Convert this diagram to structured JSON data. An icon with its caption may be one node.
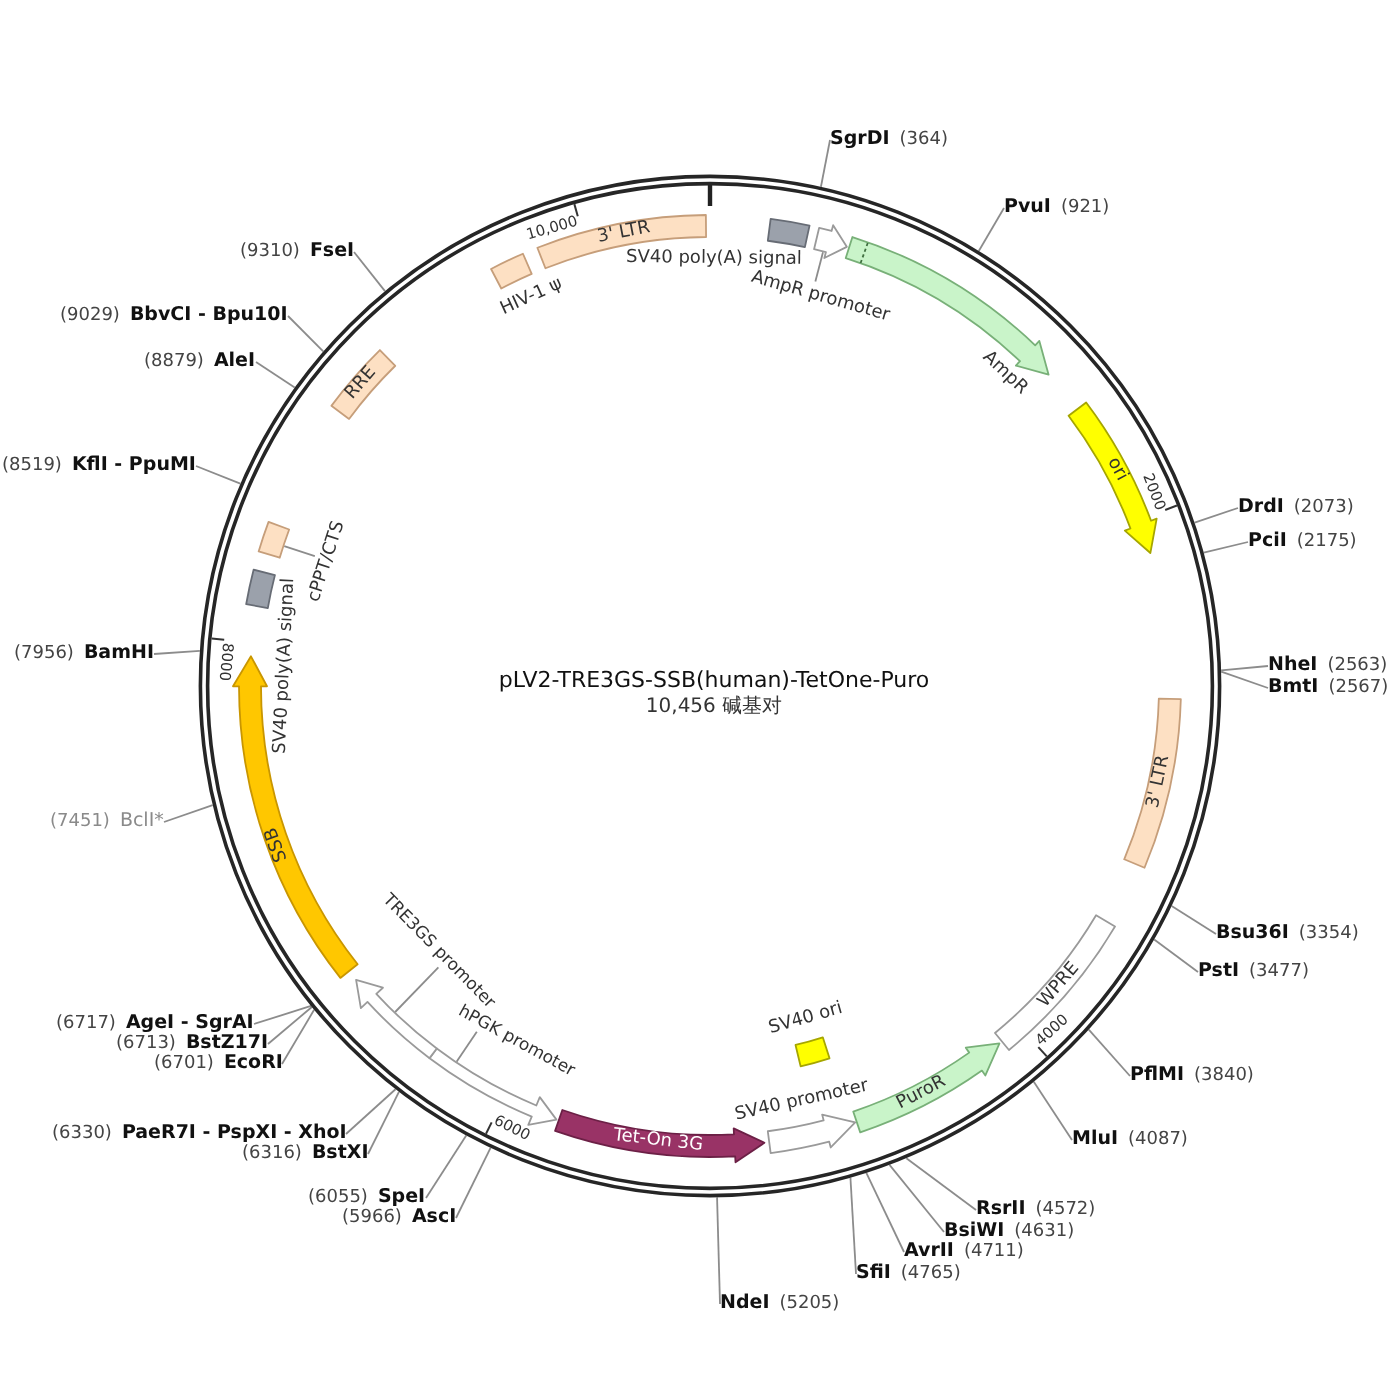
{
  "diagram": {
    "title": "pLV2-TRE3GS-SSB(human)-TetOne-Puro",
    "nodes": [
      {
        "text": [],
        "shape": "circle"
      },
      {
        "text": [
          "3' LTR"
        ],
        "in": 0
      },
      {
        "text": [
          "HIV-1 ψ"
        ],
        "in": 0
      },
      {
        "text": [
          "SV40 poly(A) signal"
        ],
        "in": 0
      },
      {
        "text": [
          "AmpR promoter"
        ],
        "in": 0
      },
      {
        "text": [],
        "shape": "arrow",
        "in": 0
      },
      {
        "text": [
          "AmpR"
        ],
        "in": 0
      },
      {
        "text": [
          "ori"
        ],
        "in": 0
      },
      {
        "text": [
          "3' LTR"
        ],
        "in": 0
      },
      {
        "text": [
          "WPRE"
        ],
        "in": 0
      },
      {
        "text": [
          "PuroR"
        ],
        "in": 0
      },
      {
        "text": [
          "SV40 ori"
        ],
        "in": 0
      },
      {
        "text": [
          "SV40 promoter"
        ],
        "in": 0
      },
      {
        "text": [
          "Tet-On 3G"
        ],
        "in": 0
      },
      {
        "text": [
          "hPGK promoter"
        ],
        "in": 0
      },
      {
        "text": [],
        "shape": "arrow",
        "in": 0
      },
      {
        "text": [
          "TRE3GS promoter"
        ],
        "in": 0
      },
      {
        "text": [],
        "shape": "arrow",
        "in": 0
      },
      {
        "text": [
          "SSB"
        ],
        "in": 0
      },
      {
        "text": [
          "SV40 poly(A) signal"
        ],
        "in": 0
      },
      {
        "text": [
          "cPPT/CTS"
        ],
        "in": 0
      },
      {
        "text": [],
        "shape": "box",
        "in": 0
      },
      {
        "text": [
          "RRE"
        ],
        "in": 0
      },
      {
        "text": [
          "SgrDI",
          "(364)"
        ]
      },
      {
        "text": [
          "PvuI",
          "(921)"
        ]
      },
      {
        "text": [
          "DrdI",
          "(2073)"
        ]
      },
      {
        "text": [
          "PciI",
          "(2175)"
        ]
      },
      {
        "text": [
          "NheI",
          "(2563)"
        ]
      },
      {
        "text": [
          "BmtI",
          "(2567)"
        ]
      },
      {
        "text": [
          "Bsu36I",
          "(3354)"
        ]
      },
      {
        "text": [
          "PstI",
          "(3477)"
        ]
      },
      {
        "text": [
          "PflMI",
          "(3840)"
        ]
      },
      {
        "text": [
          "MluI",
          "(4087)"
        ]
      },
      {
        "text": [
          "RsrII",
          "(4572)"
        ]
      },
      {
        "text": [
          "BsiWI",
          "(4631)"
        ]
      },
      {
        "text": [
          "AvrII",
          "(4711)"
        ]
      },
      {
        "text": [
          "SfiI",
          "(4765)"
        ]
      },
      {
        "text": [
          "NdeI",
          "(5205)"
        ]
      },
      {
        "text": [
          "(5966)",
          "AscI"
        ]
      },
      {
        "text": [
          "(6055)",
          "SpeI"
        ]
      },
      {
        "text": [
          "(6316)",
          "BstXI"
        ]
      },
      {
        "text": [
          "(6330)",
          "PaeR7I - PspXI - XhoI"
        ]
      },
      {
        "text": [
          "(6701)",
          "EcoRI"
        ]
      },
      {
        "text": [
          "(6713)",
          "BstZ17I"
        ]
      },
      {
        "text": [
          "(6717)",
          "AgeI - SgrAI"
        ]
      },
      {
        "text": [
          "(7451)",
          "BclI*"
        ]
      },
      {
        "text": [
          "(7956)",
          "BamHI"
        ]
      },
      {
        "text": [
          "(8519)",
          "KflI - PpuMI"
        ]
      },
      {
        "text": [
          "(8879)",
          "AleI"
        ]
      },
      {
        "text": [
          "(9029)",
          "BbvCI - Bpu10I"
        ]
      },
      {
        "text": [
          "(9310)",
          "FseI"
        ]
      }
    ],
    "edges": [
      {
        "from": 4,
        "to": 5,
        "arrow": "none"
      },
      {
        "from": 14,
        "to": 15,
        "arrow": "none"
      },
      {
        "from": 16,
        "to": 17,
        "arrow": "none"
      },
      {
        "from": 20,
        "to": 21,
        "arrow": "none"
      },
      {
        "from": 23,
        "to": 0,
        "arrow": "none"
      },
      {
        "from": 24,
        "to": 0,
        "arrow": "none"
      },
      {
        "from": 25,
        "to": 0,
        "arrow": "none"
      },
      {
        "from": 26,
        "to": 0,
        "arrow": "none"
      },
      {
        "from": 27,
        "to": 0,
        "arrow": "none"
      },
      {
        "from": 28,
        "to": 0,
        "arrow": "none"
      },
      {
        "from": 29,
        "to": 0,
        "arrow": "none"
      },
      {
        "from": 30,
        "to": 0,
        "arrow": "none"
      },
      {
        "from": 31,
        "to": 0,
        "arrow": "none"
      },
      {
        "from": 32,
        "to": 0,
        "arrow": "none"
      },
      {
        "from": 33,
        "to": 0,
        "arrow": "none"
      },
      {
        "from": 34,
        "to": 0,
        "arrow": "none"
      },
      {
        "from": 35,
        "to": 0,
        "arrow": "none"
      },
      {
        "from": 36,
        "to": 0,
        "arrow": "none"
      },
      {
        "from": 37,
        "to": 0,
        "arrow": "none"
      },
      {
        "from": 38,
        "to": 0,
        "arrow": "none"
      },
      {
        "from": 39,
        "to": 0,
        "arrow": "none"
      },
      {
        "from": 40,
        "to": 0,
        "arrow": "none"
      },
      {
        "from": 41,
        "to": 0,
        "arrow": "none"
      },
      {
        "from": 42,
        "to": 0,
        "arrow": "none"
      },
      {
        "from": 43,
        "to": 0,
        "arrow": "none"
      },
      {
        "from": 44,
        "to": 0,
        "arrow": "none"
      },
      {
        "from": 45,
        "to": 0,
        "arrow": "none"
      },
      {
        "from": 46,
        "to": 0,
        "arrow": "none"
      },
      {
        "from": 47,
        "to": 0,
        "arrow": "none"
      },
      {
        "from": 48,
        "to": 0,
        "arrow": "none"
      },
      {
        "from": 49,
        "to": 0,
        "arrow": "none"
      },
      {
        "from": 50,
        "to": 0,
        "arrow": "none"
      }
    ],
    "labels": [
      "10,456 碱基对",
      "10,000",
      "2000",
      "4000",
      "6000",
      "8000"
    ]
  }
}
